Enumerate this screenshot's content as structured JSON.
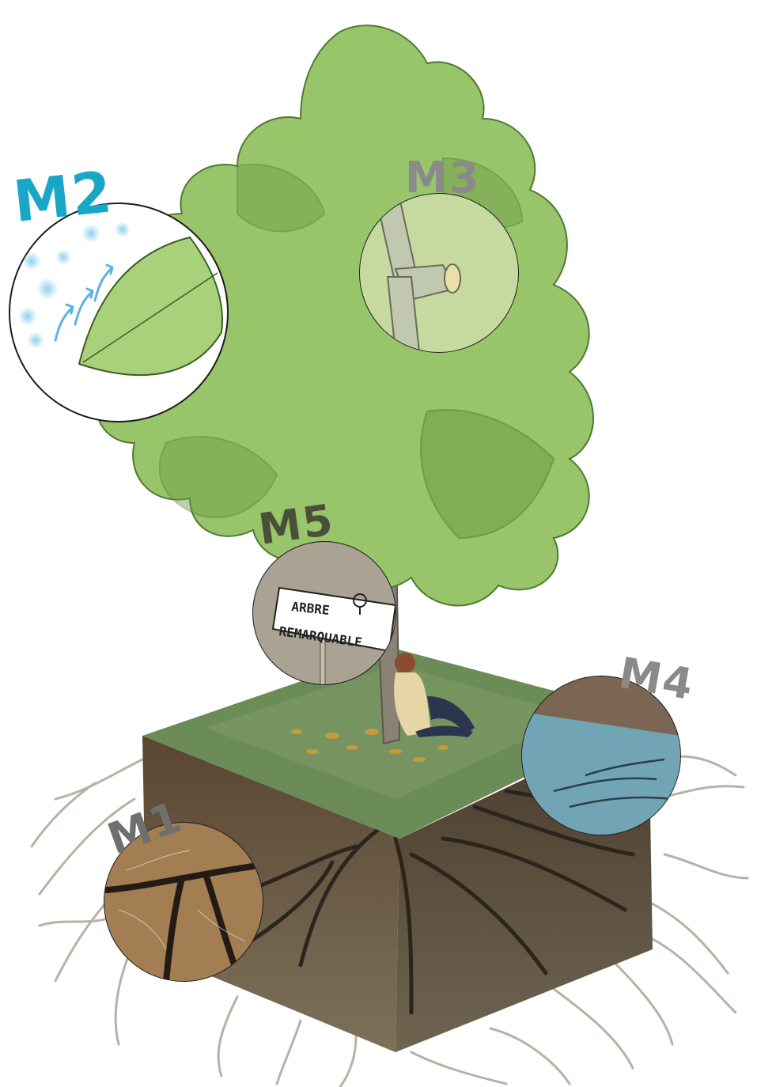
{
  "markers": {
    "m1": {
      "label": "M1",
      "color": "#6f6f6f",
      "topic": "roots"
    },
    "m2": {
      "label": "M2",
      "color": "#1aa7c7",
      "topic": "leaf"
    },
    "m3": {
      "label": "M3",
      "color": "#8a8a8a",
      "topic": "branch"
    },
    "m4": {
      "label": "M4",
      "color": "#8a8a8a",
      "topic": "water"
    },
    "m5": {
      "label": "M5",
      "color": "#4a4f3a",
      "topic": "sign"
    }
  },
  "sign": {
    "line1": "ARBRE",
    "line2": "REMARQUABLE"
  },
  "colors": {
    "foliage": "#98c46a",
    "foliage_dark": "#6f9c48",
    "trunk": "#8a8275",
    "grass": "#6f8f5a",
    "soil": "#5e4c38",
    "roots": "#2f2a22",
    "water": "#6fb5cf"
  }
}
